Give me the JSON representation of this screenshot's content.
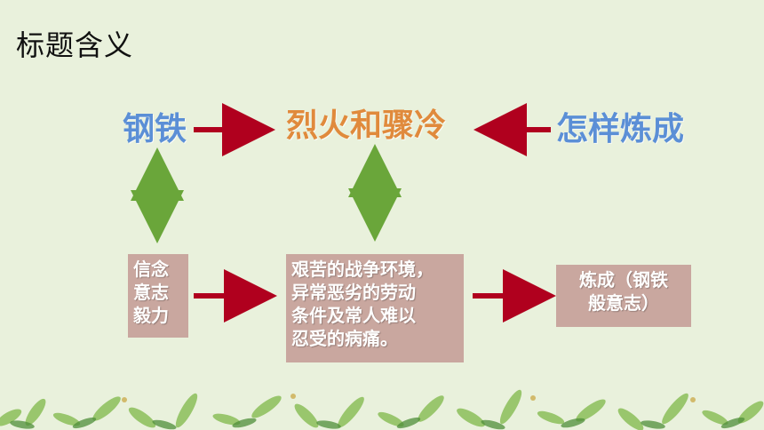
{
  "title": "标题含义",
  "nodes": {
    "steel": "钢铁",
    "fire_frost": "烈火和骤冷",
    "how_forged": "怎样炼成",
    "will_box": "信念\n意志\n毅力",
    "hardship_box": "艰苦的战争环境，\n异常恶劣的劳动\n条件及常人难以\n忍受的病痛。",
    "result_box": "炼成（钢铁\n般意志）"
  },
  "colors": {
    "blue_word": "#5b8fd6",
    "orange_word": "#e08a3c",
    "red_arrow": "#b0001e",
    "green_arrow": "#6aa63a",
    "box_bg": "#c9a79f"
  }
}
